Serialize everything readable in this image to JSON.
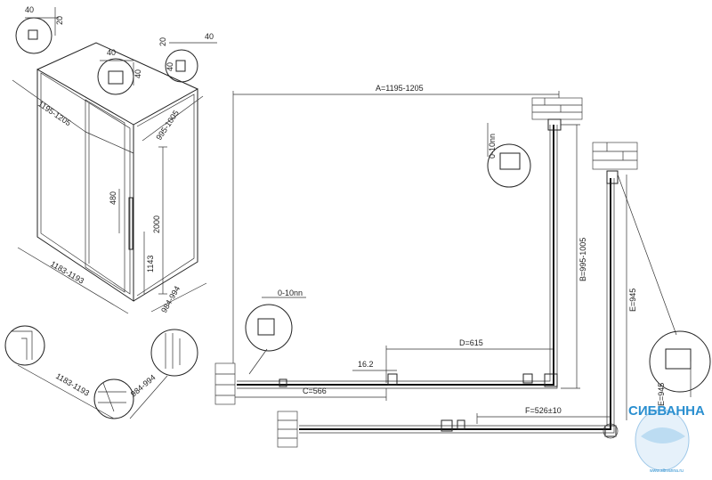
{
  "isometric": {
    "top_width_range": "1195-1205",
    "top_depth_range": "995-1005",
    "bottom_width_range": "1183-1193",
    "bottom_depth_range": "984-994",
    "height": "2000",
    "handle_height": "480",
    "handle_elevation": "1143",
    "detail_a": [
      "20",
      "40"
    ],
    "detail_b": [
      "40",
      "40"
    ],
    "detail_c": [
      "20",
      "40",
      "40"
    ]
  },
  "bottom_detail": {
    "width_range": "1183-1193",
    "depth_range": "984-994"
  },
  "plan_view": {
    "A": "A=1195-1205",
    "B": "B=995-1005",
    "C": "C=566",
    "D": "D=615",
    "E": "E=945",
    "E2": "E=945",
    "F": "F=526±10",
    "gap_right": "0-10nn",
    "gap_left": "0-10nn",
    "offset": "16.2"
  },
  "watermark": {
    "brand": "СИБВАННА",
    "site": "www.sibvanna.ru"
  }
}
